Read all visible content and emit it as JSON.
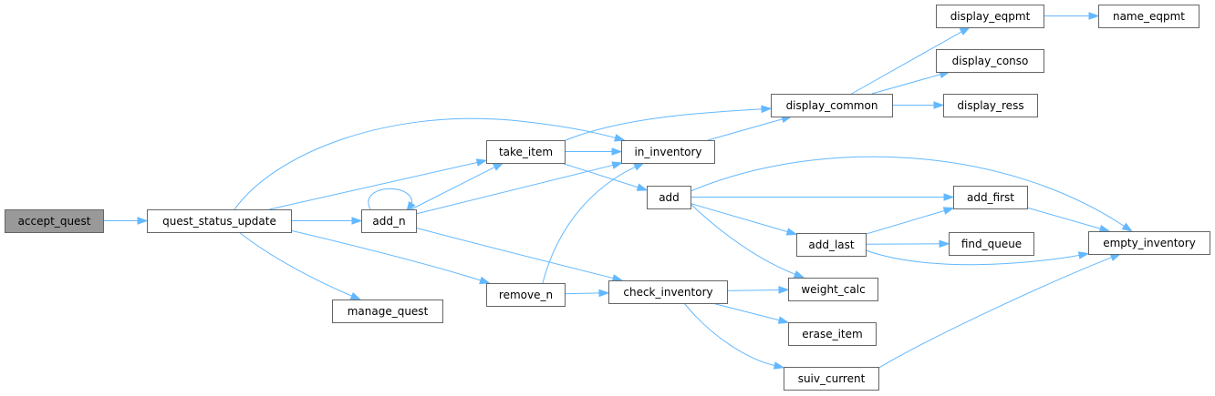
{
  "graph": {
    "root": "accept_quest",
    "colors": {
      "edge": "#63b8ff",
      "node_border": "#666666",
      "node_fill": "#ffffff",
      "root_fill": "#999999"
    },
    "nodes": [
      {
        "id": "accept_quest",
        "label": "accept_quest"
      },
      {
        "id": "quest_status_update",
        "label": "quest_status_update"
      },
      {
        "id": "add_n",
        "label": "add_n"
      },
      {
        "id": "manage_quest",
        "label": "manage_quest"
      },
      {
        "id": "take_item",
        "label": "take_item"
      },
      {
        "id": "remove_n",
        "label": "remove_n"
      },
      {
        "id": "in_inventory",
        "label": "in_inventory"
      },
      {
        "id": "add",
        "label": "add"
      },
      {
        "id": "check_inventory",
        "label": "check_inventory"
      },
      {
        "id": "display_common",
        "label": "display_common"
      },
      {
        "id": "display_eqpmt",
        "label": "display_eqpmt"
      },
      {
        "id": "display_conso",
        "label": "display_conso"
      },
      {
        "id": "display_ress",
        "label": "display_ress"
      },
      {
        "id": "name_eqpmt",
        "label": "name_eqpmt"
      },
      {
        "id": "add_first",
        "label": "add_first"
      },
      {
        "id": "add_last",
        "label": "add_last"
      },
      {
        "id": "find_queue",
        "label": "find_queue"
      },
      {
        "id": "weight_calc",
        "label": "weight_calc"
      },
      {
        "id": "erase_item",
        "label": "erase_item"
      },
      {
        "id": "suiv_current",
        "label": "suiv_current"
      },
      {
        "id": "empty_inventory",
        "label": "empty_inventory"
      }
    ],
    "edges": [
      {
        "from": "accept_quest",
        "to": "quest_status_update"
      },
      {
        "from": "quest_status_update",
        "to": "add_n"
      },
      {
        "from": "quest_status_update",
        "to": "take_item"
      },
      {
        "from": "quest_status_update",
        "to": "in_inventory"
      },
      {
        "from": "quest_status_update",
        "to": "remove_n"
      },
      {
        "from": "quest_status_update",
        "to": "manage_quest"
      },
      {
        "from": "add_n",
        "to": "add_n"
      },
      {
        "from": "add_n",
        "to": "take_item"
      },
      {
        "from": "add_n",
        "to": "in_inventory"
      },
      {
        "from": "add_n",
        "to": "check_inventory"
      },
      {
        "from": "take_item",
        "to": "in_inventory"
      },
      {
        "from": "take_item",
        "to": "display_common"
      },
      {
        "from": "take_item",
        "to": "add"
      },
      {
        "from": "remove_n",
        "to": "in_inventory"
      },
      {
        "from": "remove_n",
        "to": "check_inventory"
      },
      {
        "from": "in_inventory",
        "to": "display_common"
      },
      {
        "from": "display_common",
        "to": "display_eqpmt"
      },
      {
        "from": "display_common",
        "to": "display_conso"
      },
      {
        "from": "display_common",
        "to": "display_ress"
      },
      {
        "from": "display_eqpmt",
        "to": "name_eqpmt"
      },
      {
        "from": "add",
        "to": "add_first"
      },
      {
        "from": "add",
        "to": "empty_inventory"
      },
      {
        "from": "add",
        "to": "add_last"
      },
      {
        "from": "add",
        "to": "weight_calc"
      },
      {
        "from": "add_first",
        "to": "empty_inventory"
      },
      {
        "from": "add_last",
        "to": "add_first"
      },
      {
        "from": "add_last",
        "to": "find_queue"
      },
      {
        "from": "add_last",
        "to": "empty_inventory"
      },
      {
        "from": "check_inventory",
        "to": "weight_calc"
      },
      {
        "from": "check_inventory",
        "to": "erase_item"
      },
      {
        "from": "check_inventory",
        "to": "suiv_current"
      },
      {
        "from": "suiv_current",
        "to": "empty_inventory"
      }
    ]
  }
}
